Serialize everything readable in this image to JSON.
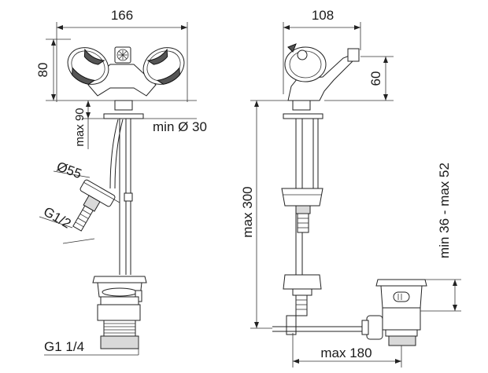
{
  "drawing": {
    "front_view": {
      "width_label": "166",
      "height_label": "80",
      "max_label": "max 90",
      "min_diameter_label": "min Ø 30",
      "hose_diameter_label": "Ø55",
      "thread_label": "G1/2",
      "drain_thread_label": "G1 1/4"
    },
    "side_view": {
      "width_label": "108",
      "spout_label": "60",
      "height_label": "max 300",
      "range_label": "min 36 - max 52",
      "reach_label": "max 180"
    }
  }
}
